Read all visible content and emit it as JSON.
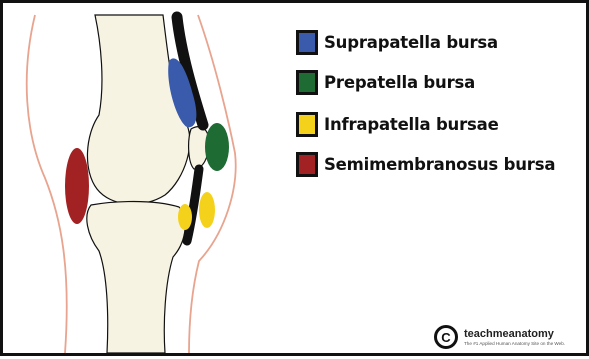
{
  "legend": {
    "items": [
      {
        "label": "Suprapatella bursa",
        "color": "#3a5bab"
      },
      {
        "label": "Prepatella bursa",
        "color": "#1e6b34"
      },
      {
        "label": "Infrapatella bursae",
        "color": "#f4d21b"
      },
      {
        "label": "Semimembranosus bursa",
        "color": "#a22224"
      }
    ]
  },
  "diagram": {
    "bone_color": "#f7f3e3",
    "skin_outline_color": "#e8a48e",
    "tendon_color": "#111111"
  },
  "brand": {
    "logo_symbol": "C",
    "name": "teachmeanatomy",
    "tagline": "The #1 Applied Human Anatomy Site on the Web."
  }
}
